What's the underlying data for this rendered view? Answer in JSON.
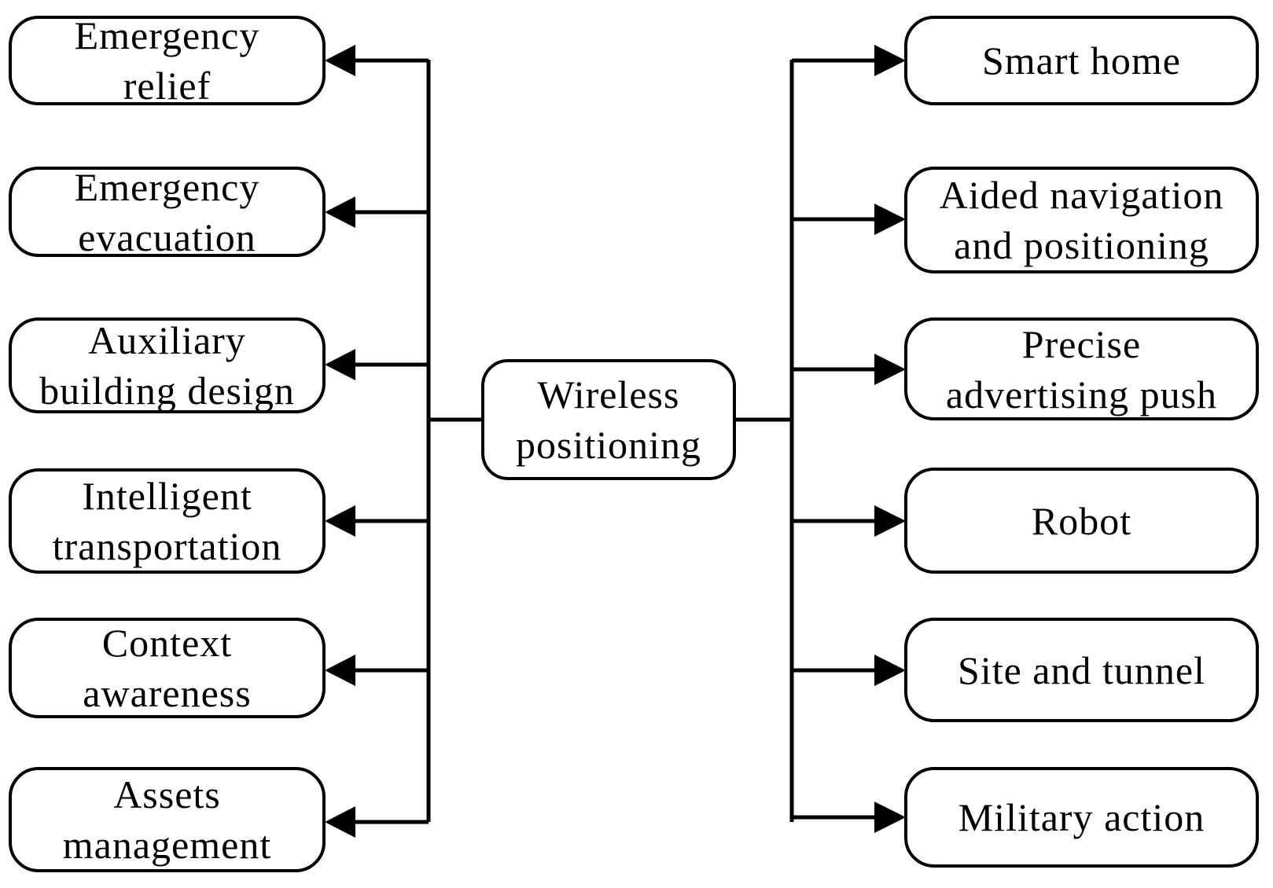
{
  "diagram": {
    "center": {
      "label": "Wireless\npositioning"
    },
    "left_nodes": [
      {
        "label": "Emergency\nrelief"
      },
      {
        "label": "Emergency\nevacuation"
      },
      {
        "label": "Auxiliary\nbuilding design"
      },
      {
        "label": "Intelligent\ntransportation"
      },
      {
        "label": "Context\nawareness"
      },
      {
        "label": "Assets\nmanagement"
      }
    ],
    "right_nodes": [
      {
        "label": "Smart home"
      },
      {
        "label": "Aided navigation\nand positioning"
      },
      {
        "label": "Precise\nadvertising push"
      },
      {
        "label": "Robot"
      },
      {
        "label": "Site and tunnel"
      },
      {
        "label": "Military action"
      }
    ],
    "colors": {
      "line": "#000000",
      "node_fill": "#ffffff",
      "text": "#000000"
    }
  }
}
